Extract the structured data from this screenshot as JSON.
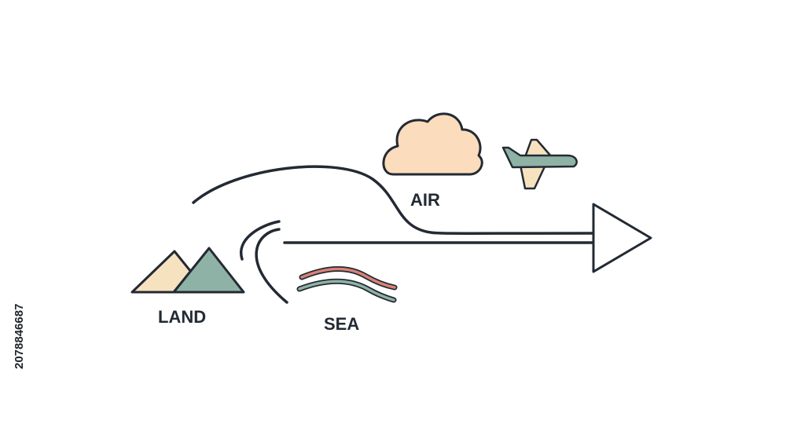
{
  "labels": {
    "air": "AIR",
    "land": "LAND",
    "sea": "SEA"
  },
  "watermark": {
    "id_text": "2078846687"
  },
  "colors": {
    "line": "#232a33",
    "cloud": "#fbdcbd",
    "sand": "#f7e2c0",
    "sage": "#8fb2a6",
    "wave_red": "#d98275",
    "wave_teal": "#8fb2a6",
    "plane_body": "#8fb2a6",
    "plane_wing": "#f7e2c0"
  }
}
